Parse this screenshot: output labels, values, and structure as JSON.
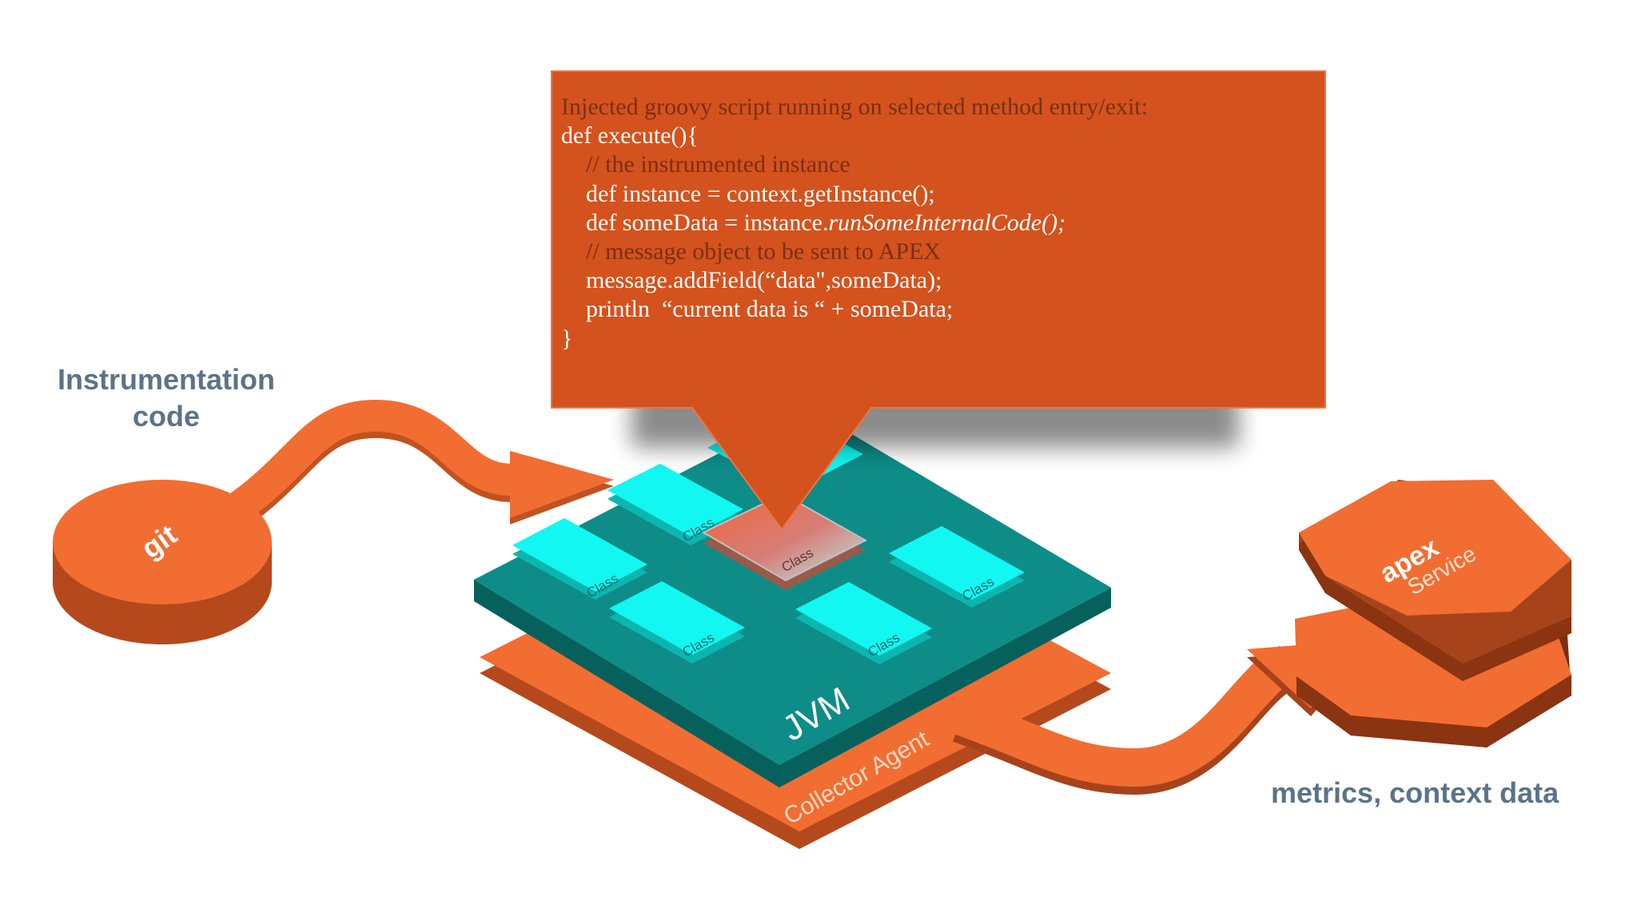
{
  "callout": {
    "header": "Injected groovy script running on selected method entry/exit:",
    "line1": "def execute(){",
    "comment1": "// the instrumented instance",
    "line2": "def instance = context.getInstance();",
    "line3_prefix": "def someData = instance.",
    "line3_italic": "runSomeInternalCode();",
    "comment2": "// message object to be sent to APEX",
    "line4": "message.addField(“data\",someData);",
    "line5": "println  “current data is “ + someData;",
    "close": "}"
  },
  "labels": {
    "instrumentation_line1": "Instrumentation",
    "instrumentation_line2": "code",
    "metrics": "metrics, context data"
  },
  "git": {
    "label": "git"
  },
  "jvm": {
    "label": "JVM",
    "agent_label": "Collector Agent",
    "class_label": "Class",
    "highlighted_class_label": "Class"
  },
  "apex": {
    "logo": "apex",
    "label": "Service"
  },
  "colors": {
    "orange": "#f26d32",
    "callout": "#d4521d",
    "teal": "#0e8c88",
    "cyan": "#0ff5f0",
    "dark_orange": "#a6431a",
    "label_gray": "#5b7388"
  }
}
